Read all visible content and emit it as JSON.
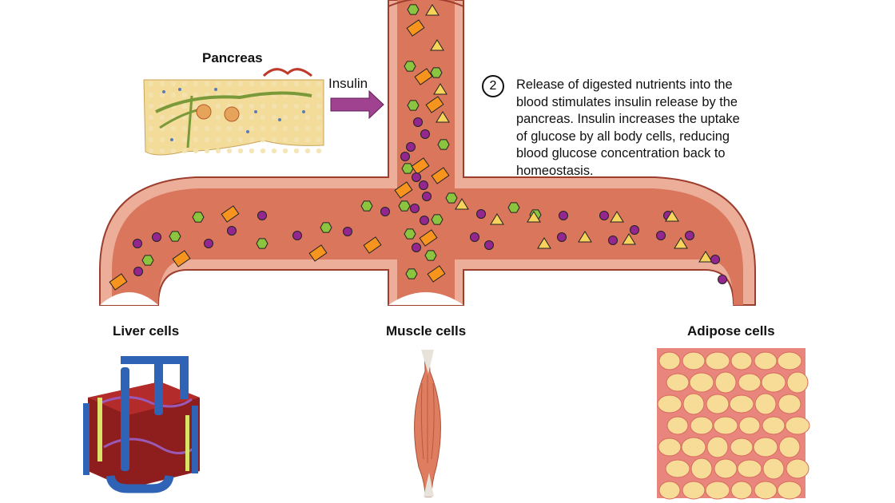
{
  "labels": {
    "pancreas": "Pancreas",
    "insulin": "Insulin",
    "liver": "Liver cells",
    "muscle": "Muscle cells",
    "adipose": "Adipose cells"
  },
  "step": {
    "number": "2",
    "text": "Release of digested nutrients into the\nblood stimulates insulin release by the\npancreas. Insulin increases the uptake\nof glucose by all body cells, reducing\nblood glucose concentration back to\nhomeostasis."
  },
  "colors": {
    "vessel_fill": "#d9765c",
    "vessel_wall": "#ecae99",
    "vessel_outline": "#9d3d2e",
    "arrow": "#a0428f",
    "glucose": "#8bc53f",
    "amino_acid": "#f7941d",
    "fatty_acid": "#f6d35b",
    "other_nutrient": "#93278f"
  },
  "icons": {
    "hexagon": "glucose-molecule-icon",
    "rectangle": "amino-acid-icon",
    "triangle": "fatty-acid-icon",
    "circle": "nutrient-particle-icon"
  }
}
